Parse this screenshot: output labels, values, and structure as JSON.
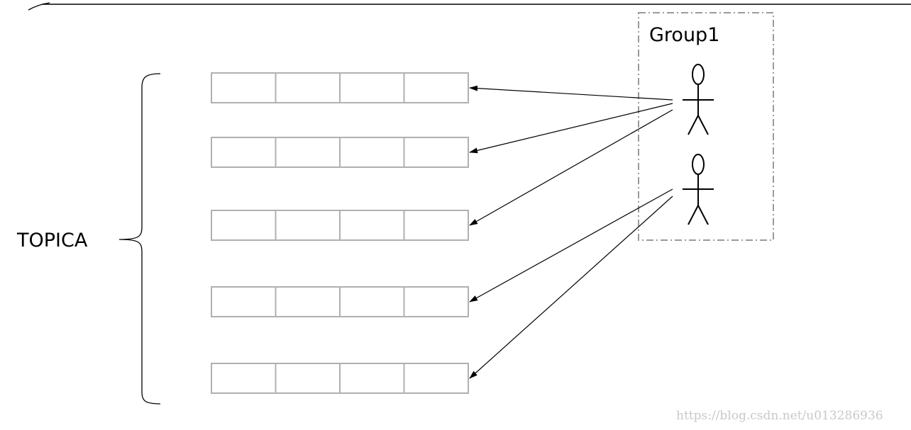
{
  "topic": {
    "label": "TOPICA",
    "partitions": [
      {
        "cells": [
          "",
          "",
          "",
          ""
        ]
      },
      {
        "cells": [
          "",
          "",
          "",
          ""
        ]
      },
      {
        "cells": [
          "",
          "",
          "",
          ""
        ]
      },
      {
        "cells": [
          "",
          "",
          "",
          ""
        ]
      },
      {
        "cells": [
          "",
          "",
          "",
          ""
        ]
      }
    ]
  },
  "consumer_group": {
    "label": "Group1",
    "consumers": [
      {
        "icon": "stick-figure-icon",
        "assigned_partitions": [
          0,
          1,
          2
        ]
      },
      {
        "icon": "stick-figure-icon",
        "assigned_partitions": [
          3,
          4
        ]
      }
    ]
  },
  "watermark": "https://blog.csdn.net/u013286936",
  "colors": {
    "cell_border": "#b0b0b0",
    "group_border": "#9a9a9a",
    "arrow": "#000000",
    "watermark": "#c9c9c9"
  }
}
